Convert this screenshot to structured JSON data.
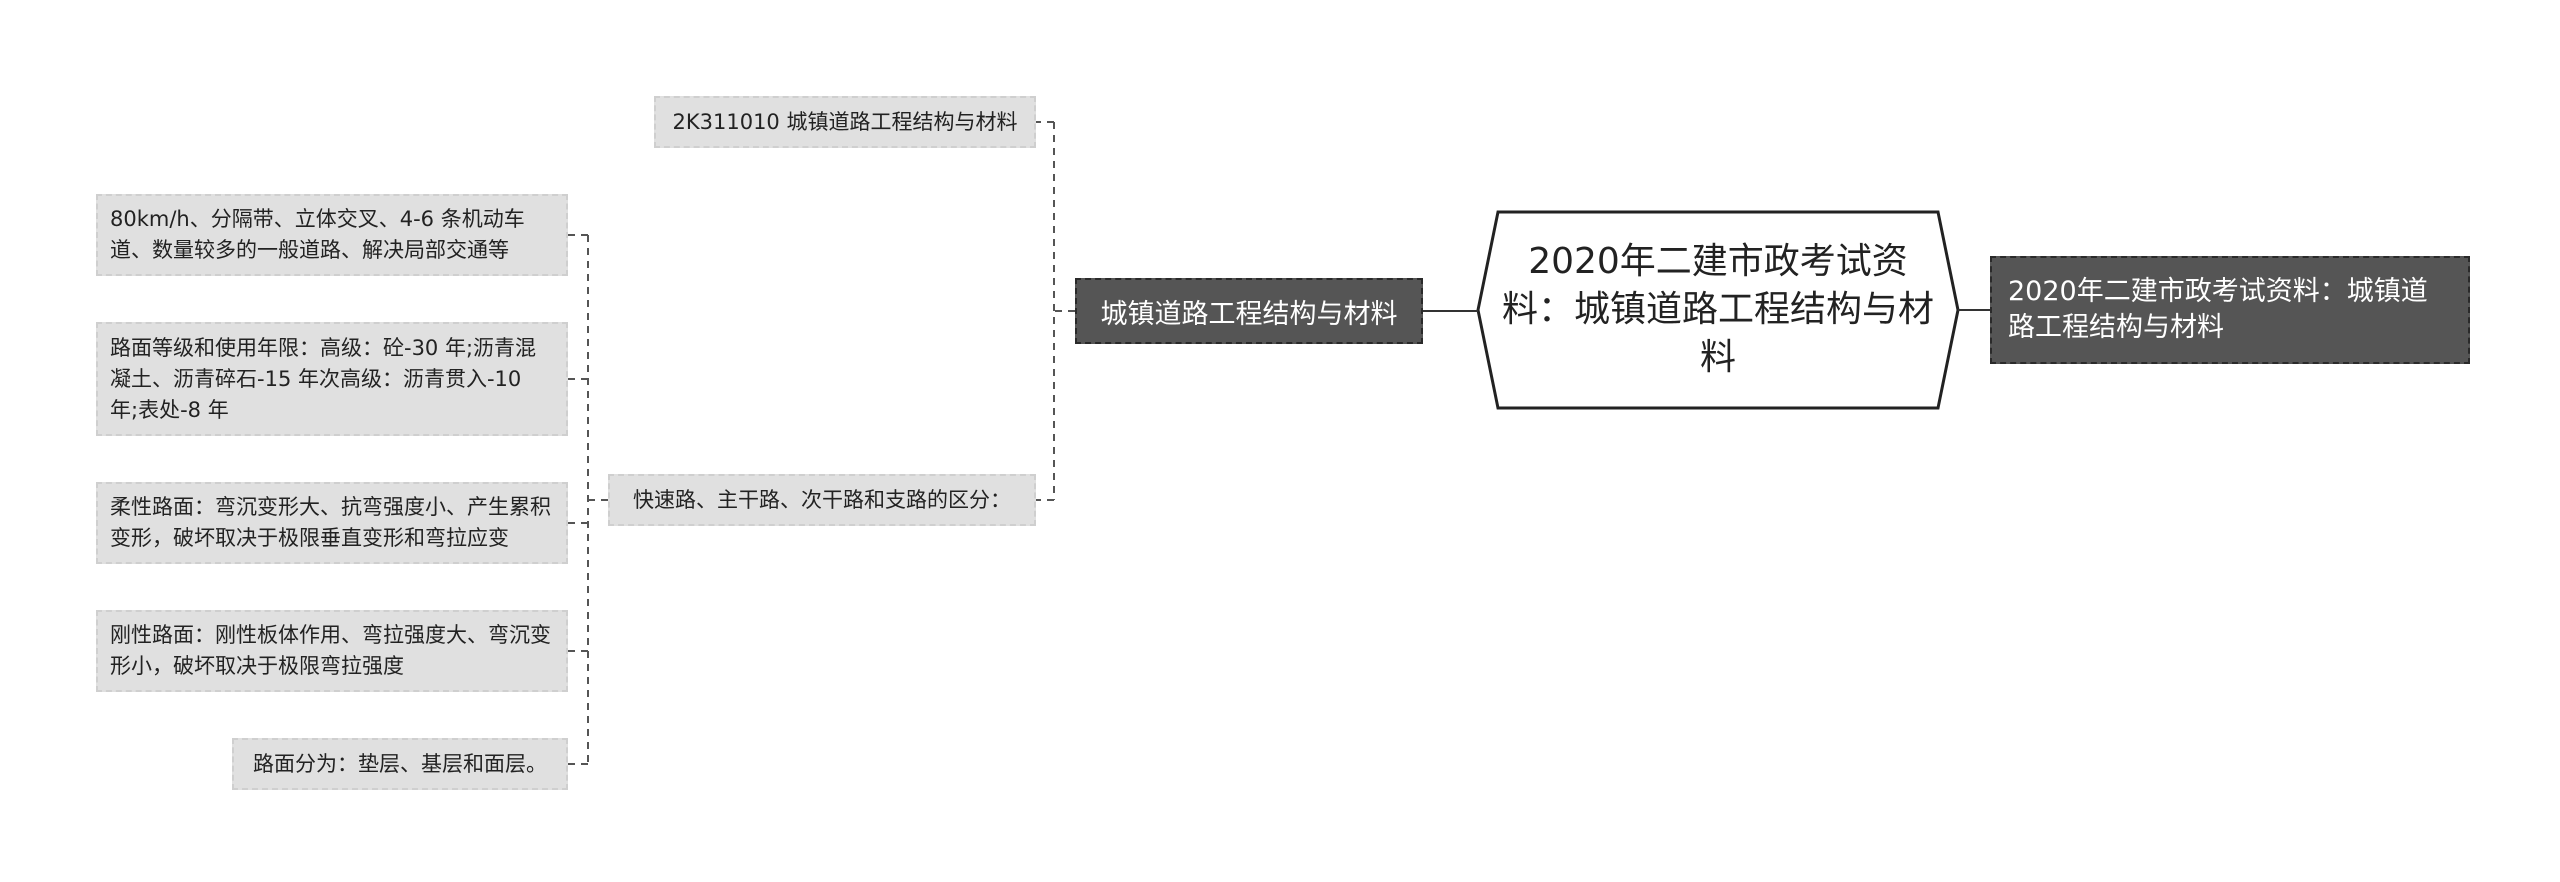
{
  "mindmap": {
    "center": {
      "text": "2020年二建市政考试资料：城镇道路工程结构与材料"
    },
    "right": {
      "text": "2020年二建市政考试资料：城镇道路工程结构与材料"
    },
    "level1": {
      "text": "城镇道路工程结构与材料"
    },
    "level2": [
      {
        "text": "2K311010 城镇道路工程结构与材料"
      },
      {
        "text": "快速路、主干路、次干路和支路的区分："
      }
    ],
    "leaves": [
      {
        "text": "80km/h、分隔带、立体交叉、4-6 条机动车道、数量较多的一般道路、解决局部交通等"
      },
      {
        "text": "路面等级和使用年限：高级：砼-30 年;沥青混凝土、沥青碎石-15 年次高级：沥青贯入-10 年;表处-8 年"
      },
      {
        "text": "柔性路面：弯沉变形大、抗弯强度小、产生累积变形，破坏取决于极限垂直变形和弯拉应变"
      },
      {
        "text": "刚性路面：刚性板体作用、弯拉强度大、弯沉变形小，破坏取决于极限弯拉强度"
      },
      {
        "text": "路面分为：垫层、基层和面层。"
      }
    ]
  }
}
